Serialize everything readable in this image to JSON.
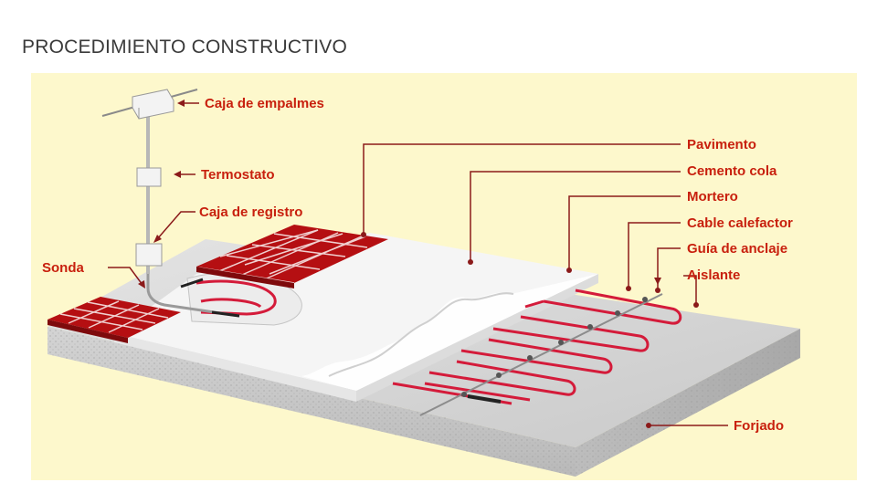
{
  "page": {
    "title": "PROCEDIMIENTO CONSTRUCTIVO"
  },
  "diagram": {
    "labels": {
      "caja_empalmes": "Caja de empalmes",
      "termostato": "Termostato",
      "caja_registro": "Caja de registro",
      "sonda": "Sonda",
      "pavimento": "Pavimento",
      "cemento_cola": "Cemento cola",
      "mortero": "Mortero",
      "cable_calefactor": "Cable calefactor",
      "guia_anclaje": "Guía de anclaje",
      "aislante": "Aislante",
      "forjado": "Forjado"
    },
    "colors": {
      "panel_background": "#fdf8cc",
      "label_color": "#c8200e",
      "leader_line": "#8b1a1a",
      "tile_red": "#b50f12",
      "cable_red": "#d41b3a",
      "slab_gray": "#d6d6d6"
    }
  }
}
